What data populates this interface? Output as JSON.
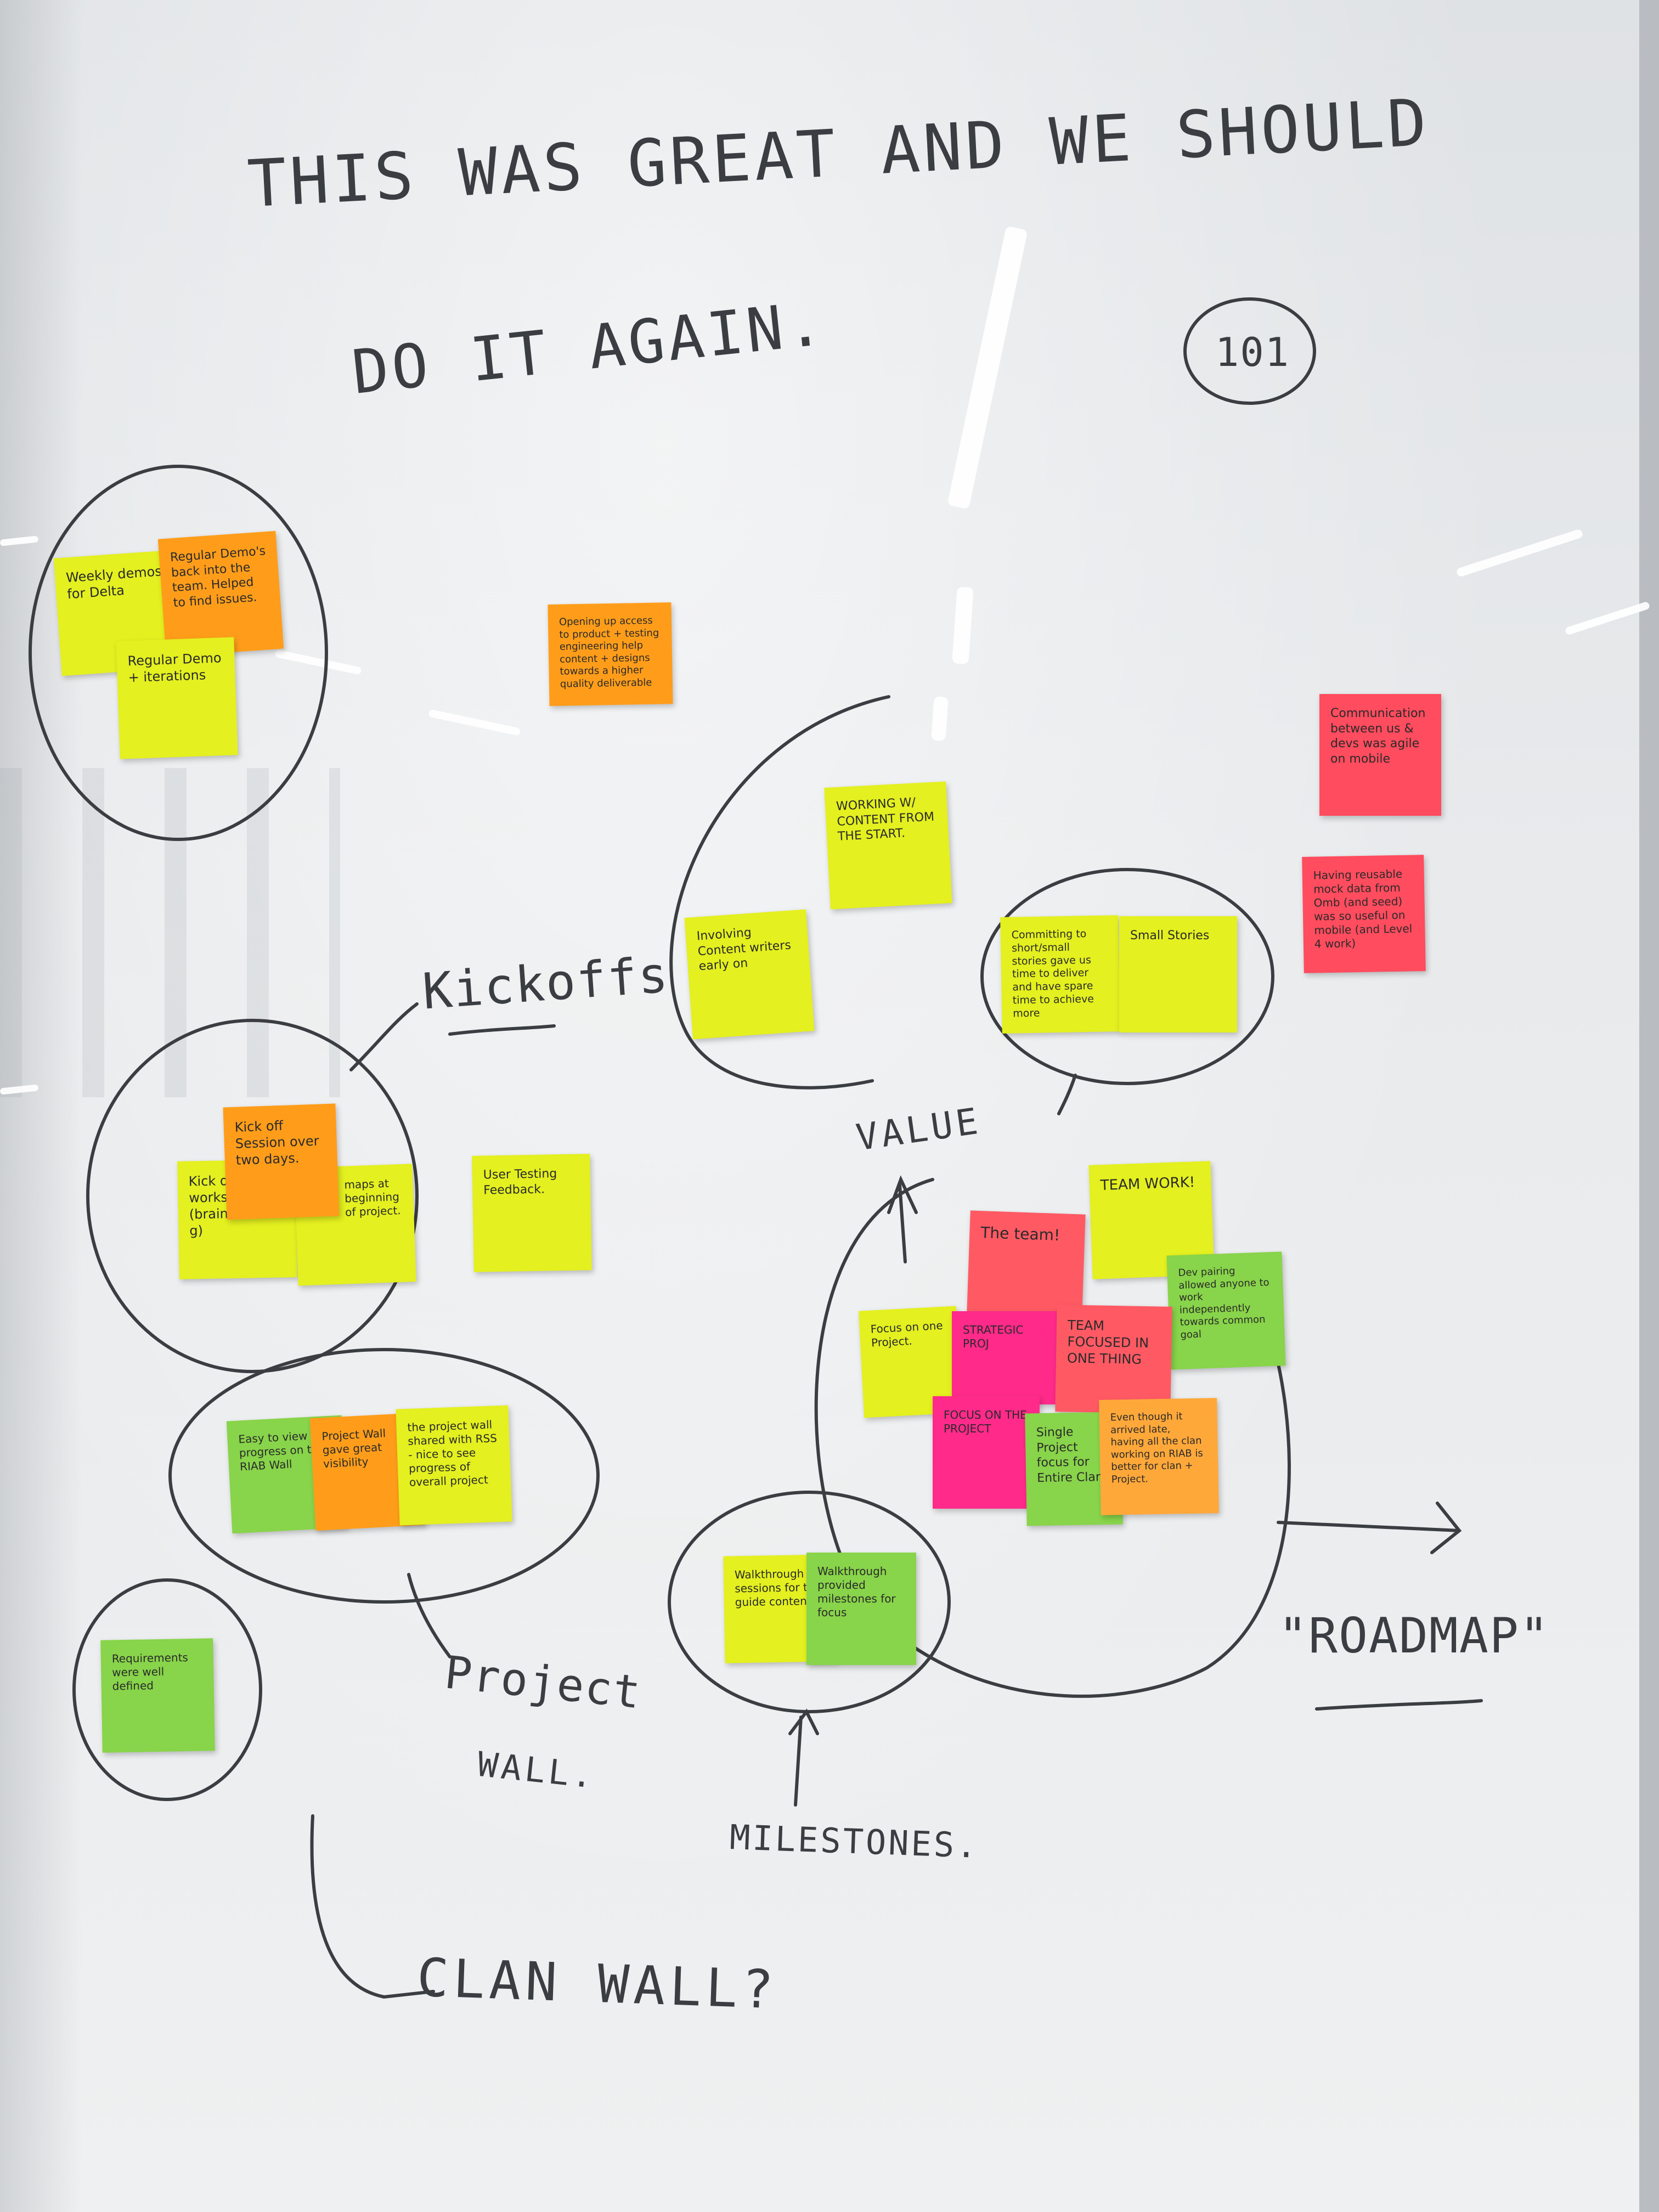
{
  "board": {
    "title_line_1": "THIS WAS GREAT AND WE SHOULD",
    "title_line_2": "DO IT AGAIN.",
    "badge": "101",
    "labels": {
      "kickoffs": "Kickoffs",
      "value": "VALUE",
      "project_wall": "Project",
      "project_wall_2": "WALL.",
      "milestones": "MILESTONES.",
      "roadmap": "\"ROADMAP\"",
      "clan_wall": "CLAN WALL?"
    }
  },
  "notes": [
    {
      "id": "weekly-demos",
      "text": "Weekly demos for Delta",
      "color": "yellow"
    },
    {
      "id": "regular-demos",
      "text": "Regular Demo's back into the team. Helped to find issues.",
      "color": "orange"
    },
    {
      "id": "regular-demo-iterations",
      "text": "Regular Demo + iterations",
      "color": "yellow"
    },
    {
      "id": "opening-access",
      "text": "Opening up access to product + testing engineering help content + designs towards a higher quality deliverable",
      "color": "orange"
    },
    {
      "id": "communication",
      "text": "Communication between us & devs was agile on mobile",
      "color": "red"
    },
    {
      "id": "reusable-mock",
      "text": "Having reusable mock data from Omb (and seed) was so useful on mobile (and Level 4 work)",
      "color": "red"
    },
    {
      "id": "working-content",
      "text": "WORKING W/ CONTENT FROM THE START.",
      "color": "yellow"
    },
    {
      "id": "involving-writers",
      "text": "Involving Content writers early on",
      "color": "yellow"
    },
    {
      "id": "committing-stories",
      "text": "Committing to short/small stories gave us time to deliver and have spare time to achieve more",
      "color": "yellow"
    },
    {
      "id": "small-stories",
      "text": "Small Stories",
      "color": "yellow"
    },
    {
      "id": "kickoff-session",
      "text": "Kick off Session over two days.",
      "color": "orange"
    },
    {
      "id": "kickoff-workshop",
      "text": "Kick off workshop (brainstorming)",
      "color": "yellow"
    },
    {
      "id": "maps-project",
      "text": "maps at beginning of project.",
      "color": "yellow"
    },
    {
      "id": "user-testing",
      "text": "User Testing Feedback.",
      "color": "yellow"
    },
    {
      "id": "team-work",
      "text": "TEAM WORK!",
      "color": "yellow"
    },
    {
      "id": "the-team",
      "text": "The team!",
      "color": "salmon"
    },
    {
      "id": "dev-pairing",
      "text": "Dev pairing allowed anyone to work independently towards common goal",
      "color": "green"
    },
    {
      "id": "focus-project",
      "text": "Focus on one Project.",
      "color": "yellow"
    },
    {
      "id": "strategic",
      "text": "STRATEGIC PROJ",
      "color": "pink"
    },
    {
      "id": "team-focused",
      "text": "TEAM FOCUSED IN ONE THING",
      "color": "salmon"
    },
    {
      "id": "focus-on-project",
      "text": "FOCUS ON THE PROJECT",
      "color": "pink"
    },
    {
      "id": "single-project",
      "text": "Single Project focus for Entire Clan",
      "color": "green"
    },
    {
      "id": "even-though",
      "text": "Even though it arrived late, having all the clan working on RIAB is better for clan + Project.",
      "color": "lorange"
    },
    {
      "id": "easy-to-view",
      "text": "Easy to view progress on the RIAB Wall",
      "color": "green"
    },
    {
      "id": "project-wall-visibility",
      "text": "Project Wall gave great visibility",
      "color": "orange"
    },
    {
      "id": "project-wall-rss",
      "text": "the project wall shared with RSS - nice to see progress of overall project",
      "color": "yellow"
    },
    {
      "id": "walkthrough-sessions",
      "text": "Walkthrough sessions for the guide content",
      "color": "yellow"
    },
    {
      "id": "walkthrough-milestones",
      "text": "Walkthrough provided milestones for focus",
      "color": "green"
    },
    {
      "id": "requirements",
      "text": "Requirements were well defined",
      "color": "green"
    }
  ],
  "colors": {
    "yellow": "#e4f01f",
    "orange": "#ff9d1a",
    "green": "#88d44a",
    "red": "#ff4c5e",
    "pink": "#ff2a8a",
    "salmon": "#ff5a64",
    "marker": "#3a3d41"
  }
}
